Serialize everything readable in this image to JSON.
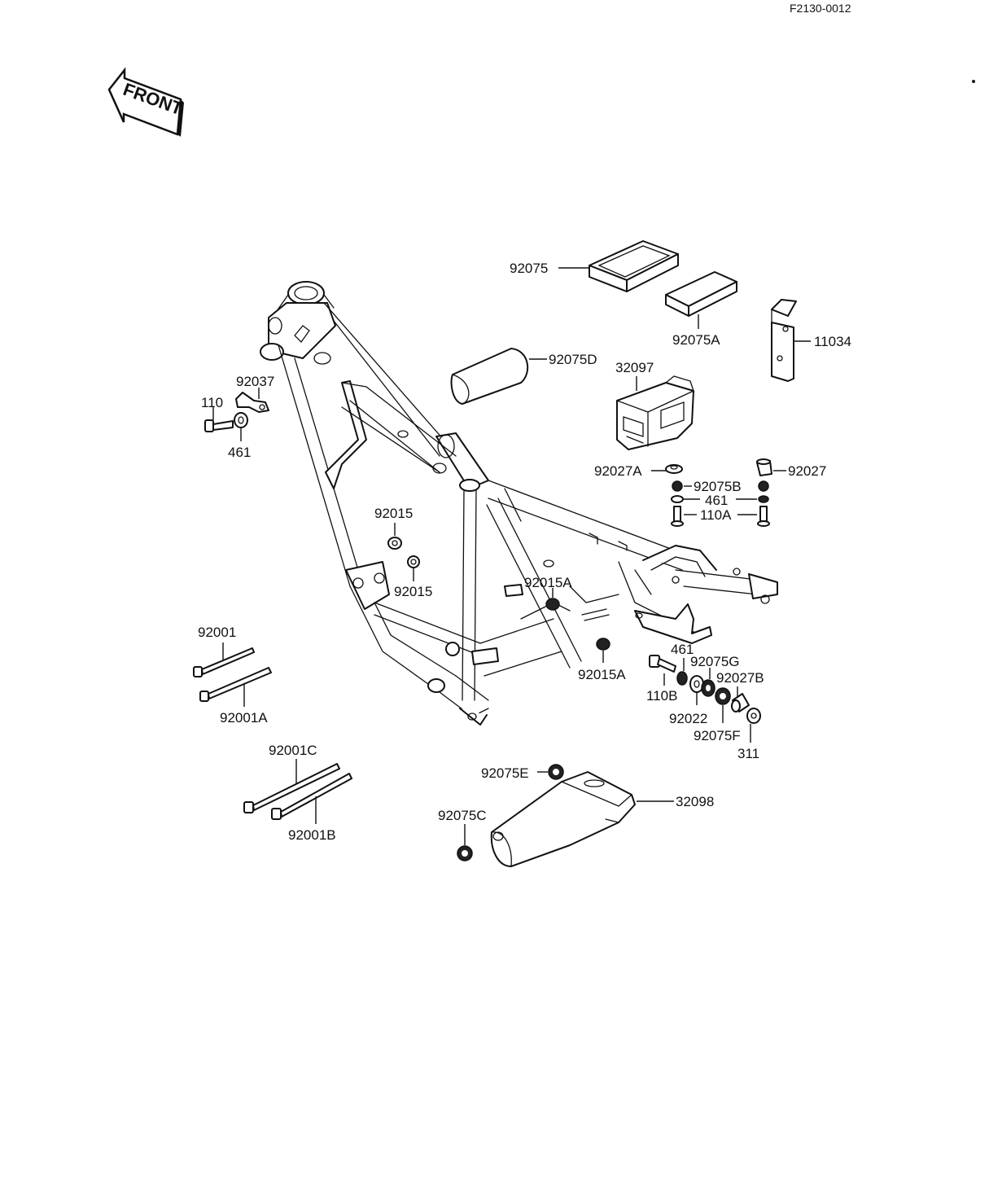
{
  "figure_code": "F2130-0012",
  "front_arrow_text": "FRONT",
  "labels": {
    "p92075": "92075",
    "p92075A": "92075A",
    "p11034": "11034",
    "p92075D": "92075D",
    "p32097": "32097",
    "p92037": "92037",
    "p110": "110",
    "p461_left": "461",
    "p92027A": "92027A",
    "p92027": "92027",
    "p92075B": "92075B",
    "p461_mid": "461",
    "p110A": "110A",
    "p92015_a": "92015",
    "p92015_b": "92015",
    "p92015A_a": "92015A",
    "p92015A_b": "92015A",
    "p92001": "92001",
    "p92001A": "92001A",
    "p461_right": "461",
    "p92075G": "92075G",
    "p92027B": "92027B",
    "p110B": "110B",
    "p92022": "92022",
    "p92075F": "92075F",
    "p311": "311",
    "p92001C": "92001C",
    "p92001B": "92001B",
    "p92075E": "92075E",
    "p32098": "32098",
    "p92075C": "92075C"
  }
}
